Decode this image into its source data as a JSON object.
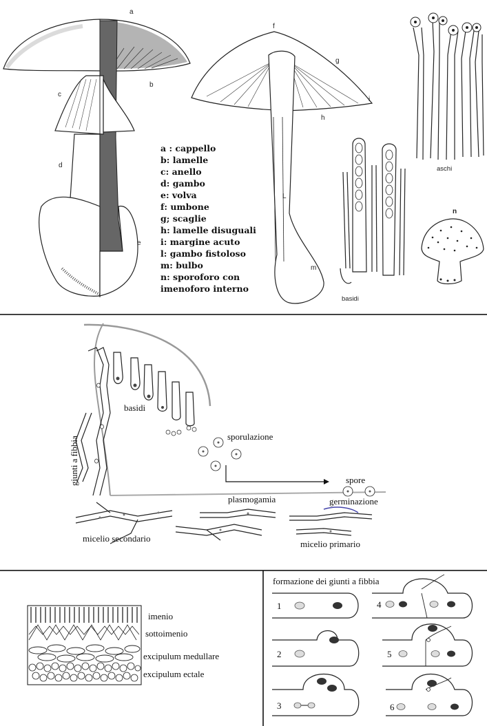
{
  "top_panel": {
    "letters": {
      "a": "a",
      "b": "b",
      "c": "c",
      "d": "d",
      "e": "e",
      "f": "f",
      "g": "g",
      "h": "h",
      "i": "i",
      "L": "L",
      "m": "m",
      "n": "n"
    },
    "legend": [
      "a : cappello",
      "b: lamelle",
      "c: anello",
      "d: gambo",
      "e: volva",
      "f: umbone",
      "g; scaglie",
      "h: lamelle disuguali",
      "i: margine acuto",
      "l: gambo fistoloso",
      "m: bulbo",
      "n: sporoforo con",
      "imenoforo interno"
    ],
    "aschi_label": "aschi",
    "basidi_label": "basidi"
  },
  "middle_panel": {
    "giunti_label": "giunti a fibbia",
    "basidi_label": "basidi",
    "sporulazione_label": "sporulazione",
    "spore_label": "spore",
    "plasmogamia_label": "plasmogamia",
    "germinazione_label": "germinazione",
    "micelio_secondario_label": "micelio secondario",
    "micelio_primario_label": "micelio primario"
  },
  "bottom_left": {
    "layers": [
      "imenio",
      "sottoimenio",
      "excipulum medullare",
      "excipulum ectale"
    ]
  },
  "bottom_right": {
    "title": "formazione dei giunti a fibbia",
    "steps": [
      "1",
      "2",
      "3",
      "4",
      "5",
      "6"
    ]
  }
}
